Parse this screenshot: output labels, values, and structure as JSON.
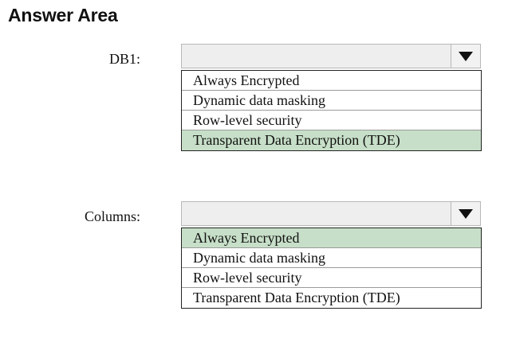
{
  "title": "Answer Area",
  "groups": [
    {
      "label": "DB1:",
      "selected_value": "",
      "options": [
        "Always Encrypted",
        "Dynamic data masking",
        "Row-level security",
        "Transparent Data Encryption (TDE)"
      ],
      "highlighted_option": "Transparent Data Encryption (TDE)"
    },
    {
      "label": "Columns:",
      "selected_value": "",
      "options": [
        "Always Encrypted",
        "Dynamic data masking",
        "Row-level security",
        "Transparent Data Encryption (TDE)"
      ],
      "highlighted_option": "Always Encrypted"
    }
  ],
  "colors": {
    "highlight": "#c7dfc8",
    "select_background": "#eeeeee"
  },
  "icons": {
    "dropdown": "triangle-down-icon"
  }
}
